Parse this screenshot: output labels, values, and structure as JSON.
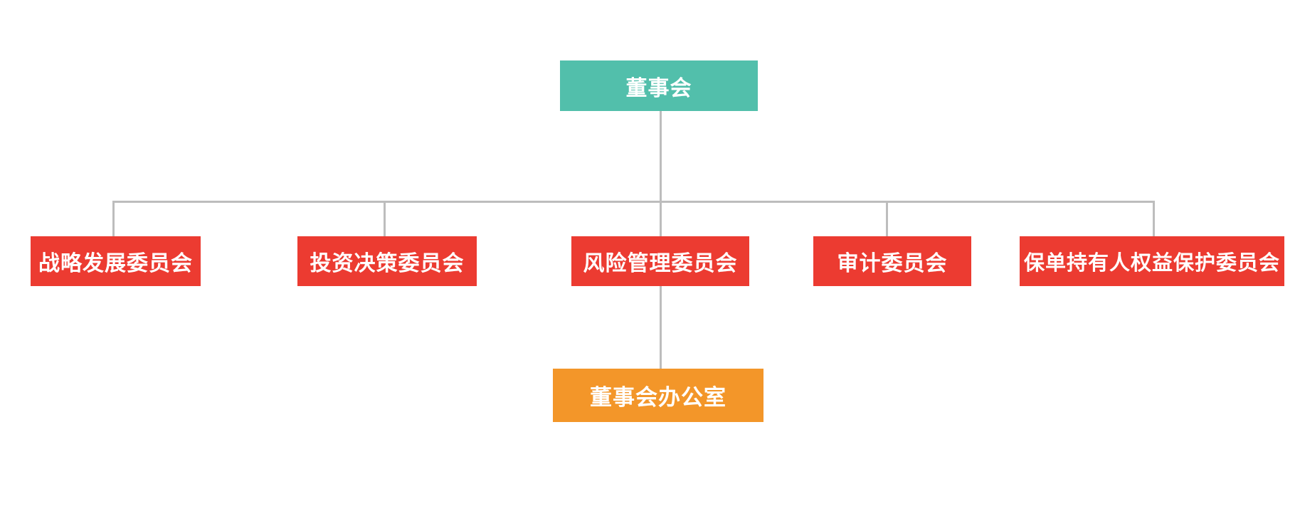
{
  "org_chart": {
    "type": "organization-tree",
    "root": {
      "label": "董事会"
    },
    "committees": [
      {
        "label": "战略发展委员会"
      },
      {
        "label": "投资决策委员会"
      },
      {
        "label": "风险管理委员会"
      },
      {
        "label": "审计委员会"
      },
      {
        "label": "保单持有人权益保护委员会"
      }
    ],
    "office": {
      "label": "董事会办公室",
      "parent": "风险管理委员会"
    }
  },
  "colors": {
    "canvas-bg": "#ffffff",
    "board-bg": "#52bfab",
    "committee-bg": "#ec3b31",
    "office-bg": "#f39629",
    "connector": "#bdbdbd",
    "node-text": "#ffffff"
  }
}
